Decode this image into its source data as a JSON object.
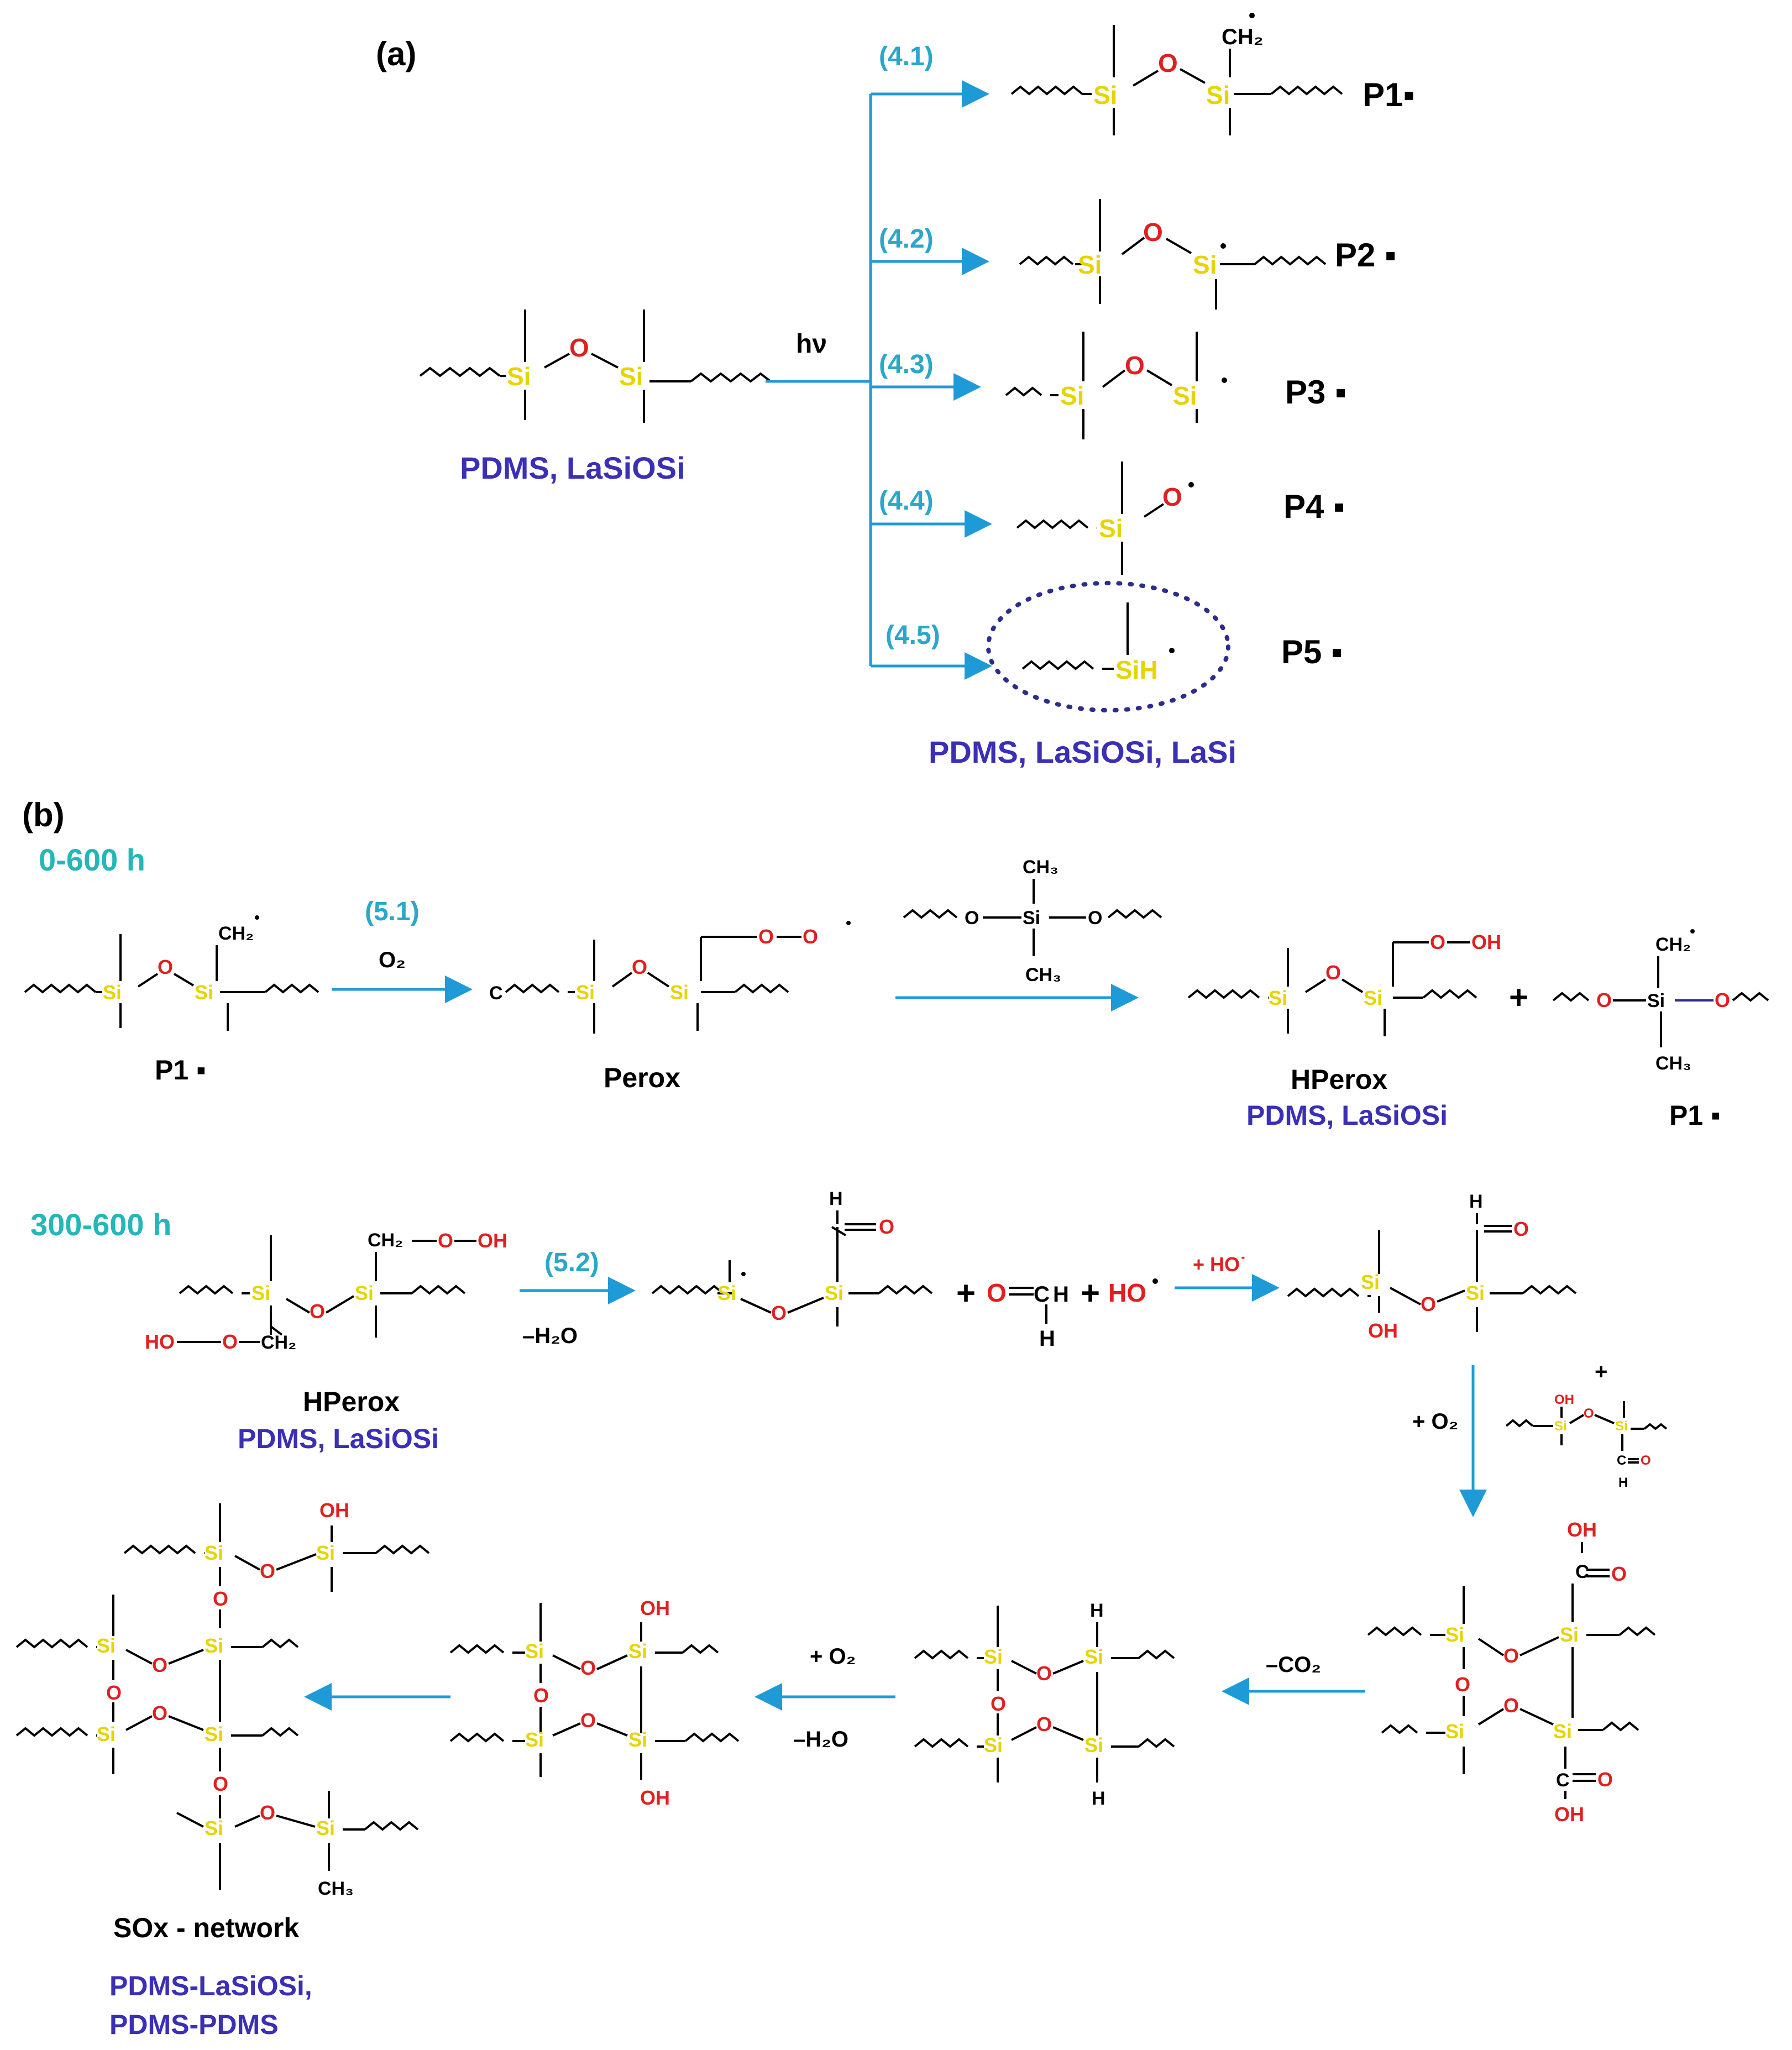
{
  "panel_a": {
    "label": "(a)",
    "hv": "hν",
    "reactant_material": "PDMS, LaSiOSi",
    "steps": [
      "(4.1)",
      "(4.2)",
      "(4.3)",
      "(4.4)",
      "(4.5)"
    ],
    "products": [
      "P1▪",
      "P2 ▪",
      "P3 ▪",
      "P4 ▪",
      "P5 ▪"
    ],
    "product_material": "PDMS, LaSiOSi, LaSi"
  },
  "panel_b": {
    "label": "(b)",
    "time1": "0-600 h",
    "time2": "300-600 h",
    "step51": "(5.1)",
    "step52": "(5.2)",
    "o2": "O₂",
    "p1": "P1 ▪",
    "perox": "Perox",
    "hperox": "HPerox",
    "mat_hperox": "PDMS, LaSiOSi",
    "minus_h2o": "–H₂O",
    "plus_ho": "+ HO˙",
    "plus_o2": "+ O₂",
    "minus_co2": "–CO₂",
    "sox": "SOx - network",
    "sox_mat1": "PDMS-LaSiOSi,",
    "sox_mat2": "PDMS-PDMS"
  },
  "atoms": {
    "si": "Si",
    "o": "O",
    "sih": "SiH",
    "oh": "OH",
    "ho": "HO",
    "h": "H",
    "c": "C",
    "ch2": "CH₂",
    "ch3": "CH₃",
    "plus": "+"
  },
  "colors": {
    "arrow": "#1e9bd7",
    "silicon": "#e6d400",
    "oxygen": "#e02020",
    "material": "#3a2fb5",
    "step": "#2aa7c9",
    "time": "#25b7b7",
    "ellipse": "#2c2c8c"
  }
}
